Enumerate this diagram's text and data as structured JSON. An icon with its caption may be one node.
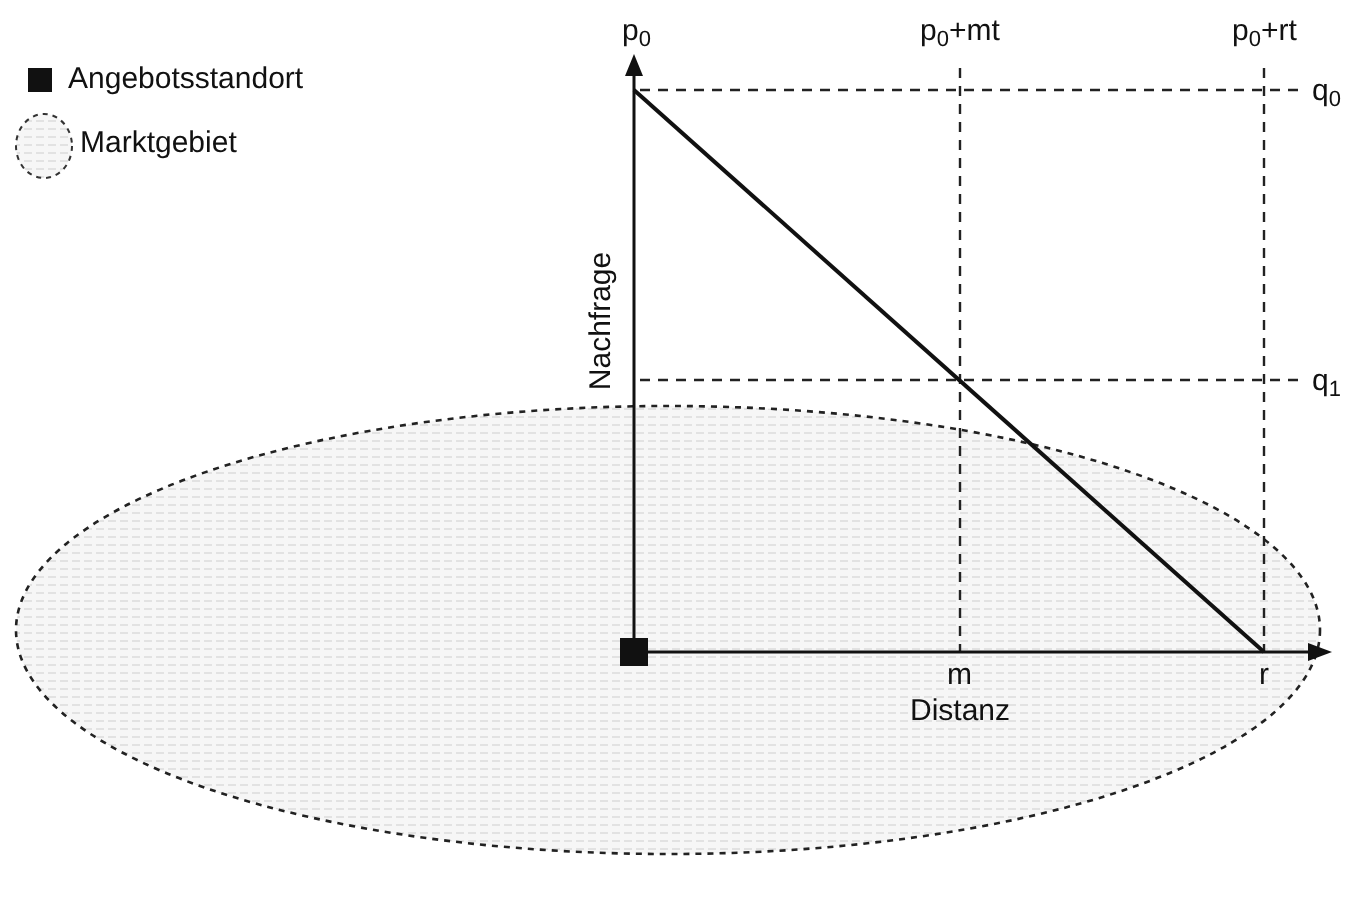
{
  "diagram": {
    "labels": [
      "p$_{0}$",
      "p$_{0}$+mt",
      "p$_{0}$+rt",
      "q$_{0}$",
      "q$_{1}$",
      "Nachfrage",
      "m",
      "Distanz",
      "r"
    ],
    "legend": [
      {
        "text": "Angebotsstandort"
      },
      {
        "text": "Marktgebiet"
      }
    ]
  }
}
